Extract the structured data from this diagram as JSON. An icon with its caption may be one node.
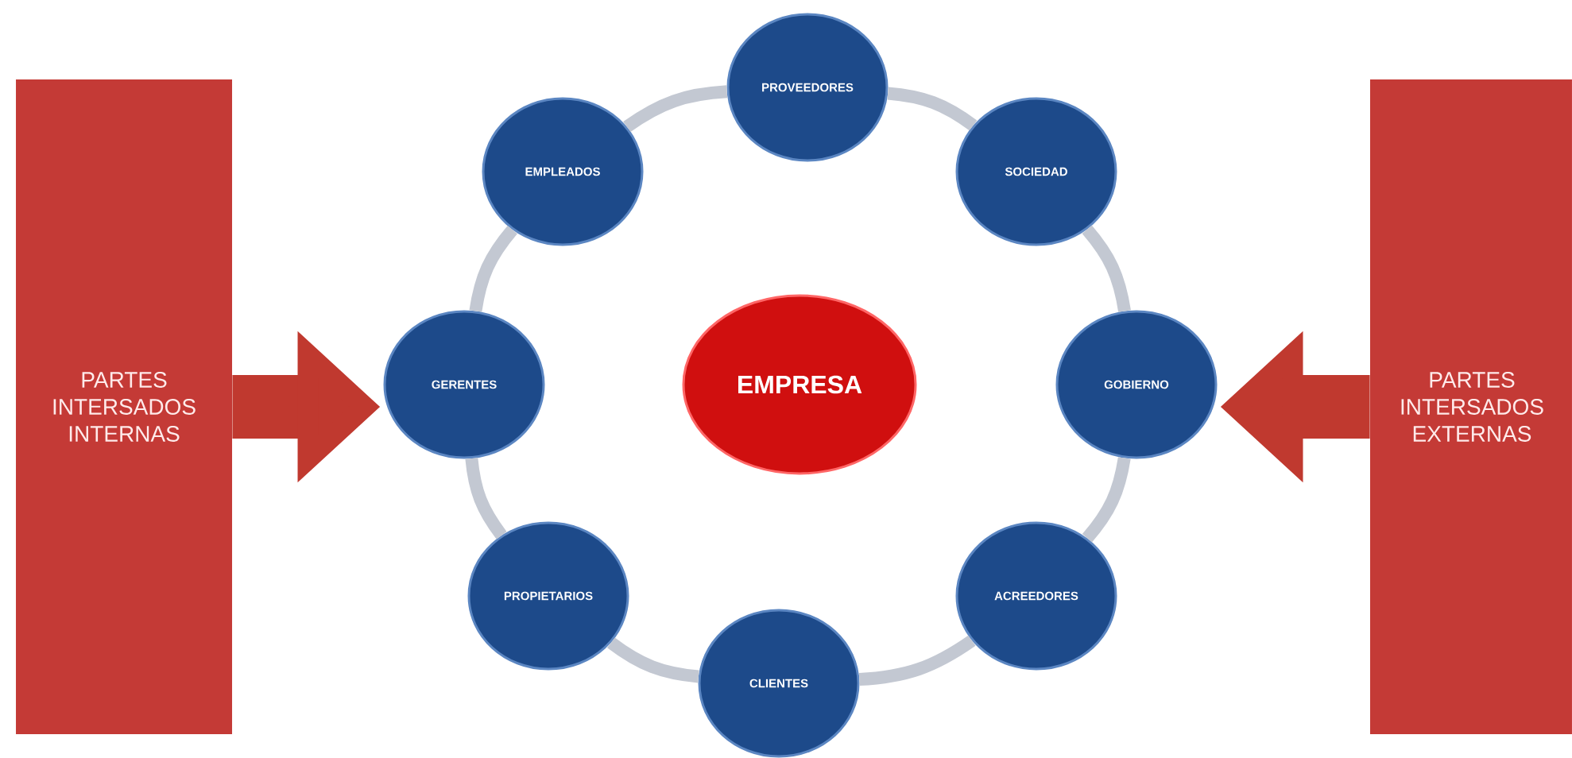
{
  "diagram": {
    "nodes": [
      {
        "text": [
          "PARTES INTERSADOS INTERNAS"
        ]
      },
      {
        "text": [
          "EMPLEADOS"
        ]
      },
      {
        "text": [
          "PROVEEDORES"
        ]
      },
      {
        "text": [
          "SOCIEDAD"
        ]
      },
      {
        "text": [
          "GERENTES"
        ]
      },
      {
        "text": [
          "EMPRESA"
        ]
      },
      {
        "text": [
          "GOBIERNO"
        ]
      },
      {
        "text": [
          "PROPIETARIOS"
        ]
      },
      {
        "text": [
          "ACREEDORES"
        ]
      },
      {
        "text": [
          "CLIENTES"
        ]
      },
      {
        "text": [
          "PARTES INTERSADOS EXTERNAS"
        ]
      }
    ],
    "edges": [
      {
        "from": 2,
        "to": 3,
        "arrow": "none"
      },
      {
        "from": 3,
        "to": 6,
        "arrow": "none"
      },
      {
        "from": 6,
        "to": 8,
        "arrow": "none"
      },
      {
        "from": 8,
        "to": 9,
        "arrow": "none"
      },
      {
        "from": 9,
        "to": 7,
        "arrow": "none"
      },
      {
        "from": 7,
        "to": 4,
        "arrow": "none"
      },
      {
        "from": 4,
        "to": 1,
        "arrow": "none"
      },
      {
        "from": 1,
        "to": 2,
        "arrow": "none"
      },
      {
        "from": 0,
        "to": 4,
        "arrow": "to",
        "style": "thick",
        "color": "#c0392f"
      },
      {
        "from": 10,
        "to": 6,
        "arrow": "to",
        "style": "thick",
        "color": "#c0392f"
      }
    ]
  }
}
